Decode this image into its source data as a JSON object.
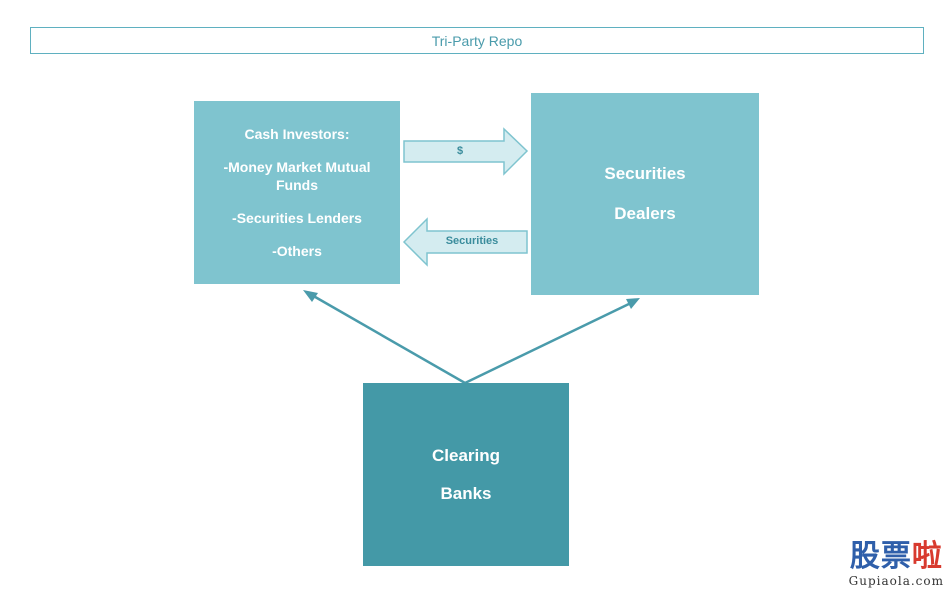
{
  "title": "Tri-Party Repo",
  "nodes": {
    "cash_investors": {
      "heading": "Cash Investors:",
      "items": [
        "-Money Market Mutual Funds",
        "-Securities Lenders",
        "-Others"
      ]
    },
    "securities_dealers": {
      "line1": "Securities",
      "line2": "Dealers"
    },
    "clearing_banks": {
      "line1": "Clearing",
      "line2": "Banks"
    }
  },
  "edges": {
    "cash_to_dealers_label": "$",
    "dealers_to_cash_label": "Securities"
  },
  "colors": {
    "light_box": "#7fc4cf",
    "dark_box": "#4499a7",
    "line": "#4a9bab",
    "arrow_fill": "#d4ecf0"
  },
  "watermark": {
    "chars_main": "股票",
    "chars_accent": "啦",
    "url": "Gupiaola.com"
  }
}
